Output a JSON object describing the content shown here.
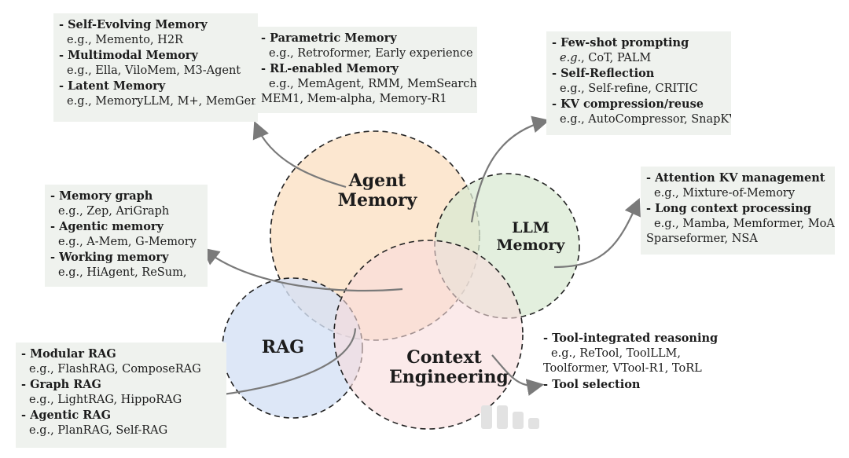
{
  "circles": {
    "agent": {
      "line1": "Agent",
      "line2": "Memory"
    },
    "llm": {
      "line1": "LLM",
      "line2": "Memory"
    },
    "rag": {
      "line1": "RAG"
    },
    "context": {
      "line1": "Context",
      "line2": "Engineering"
    }
  },
  "boxes": {
    "agent_evolving": [
      {
        "title": "- Self-Evolving Memory",
        "example": "e.g., Memento, H2R"
      },
      {
        "title": "- Multimodal Memory",
        "example": "e.g., Ella, ViloMem, M3-Agent"
      },
      {
        "title": "- Latent Memory",
        "example": "e.g., MemoryLLM, M+, MemGen"
      }
    ],
    "agent_parametric": [
      {
        "title": "- Parametric Memory",
        "example": "e.g., Retroformer, Early experience"
      },
      {
        "title": "- RL-enabled Memory",
        "example": "e.g., MemAgent, RMM, MemSearcher,",
        "example2": "MEM1, Mem-alpha, Memory-R1"
      }
    ],
    "agent_graph": [
      {
        "title": "- Memory graph",
        "example": "e.g., Zep, AriGraph"
      },
      {
        "title": "- Agentic memory",
        "example": "e.g., A-Mem, G-Memory"
      },
      {
        "title": "- Working memory",
        "example": "e.g., HiAgent, ReSum,"
      }
    ],
    "context_prompting": [
      {
        "title": "- Few-shot prompting",
        "example_italic": "e.g.",
        "example": ", CoT, PALM"
      },
      {
        "title": "- Self-Reflection",
        "example": "e.g., Self-refine, CRITIC"
      },
      {
        "title": "- KV compression/reuse",
        "example": "e.g., AutoCompressor, SnapKV"
      }
    ],
    "llm_attention": [
      {
        "title": "- Attention KV management",
        "example": "e.g., Mixture-of-Memory"
      },
      {
        "title": "- Long context processing",
        "example": "e.g., Mamba, Memformer, MoA,",
        "example2": "Sparseformer, NSA"
      }
    ],
    "rag_types": [
      {
        "title": "- Modular RAG",
        "example": "e.g., FlashRAG, ComposeRAG"
      },
      {
        "title": "- Graph RAG",
        "example": "e.g., LightRAG, HippoRAG"
      },
      {
        "title": "- Agentic RAG",
        "example": "e.g., PlanRAG, Self-RAG"
      }
    ],
    "context_tools": [
      {
        "title": "- Tool-integrated reasoning",
        "example": "e.g., ReTool, ToolLLM,",
        "example2": "Toolformer, VTool-R1, ToRL"
      },
      {
        "title": "- Tool selection"
      }
    ]
  },
  "colors": {
    "agent_memory_fill": "#fbe3c8",
    "llm_memory_fill": "#d9ead3",
    "rag_fill": "#d4e1f5",
    "context_fill": "#f9dcdc",
    "box_fill": "#eff2ee",
    "arrow": "#7a7a7a"
  }
}
